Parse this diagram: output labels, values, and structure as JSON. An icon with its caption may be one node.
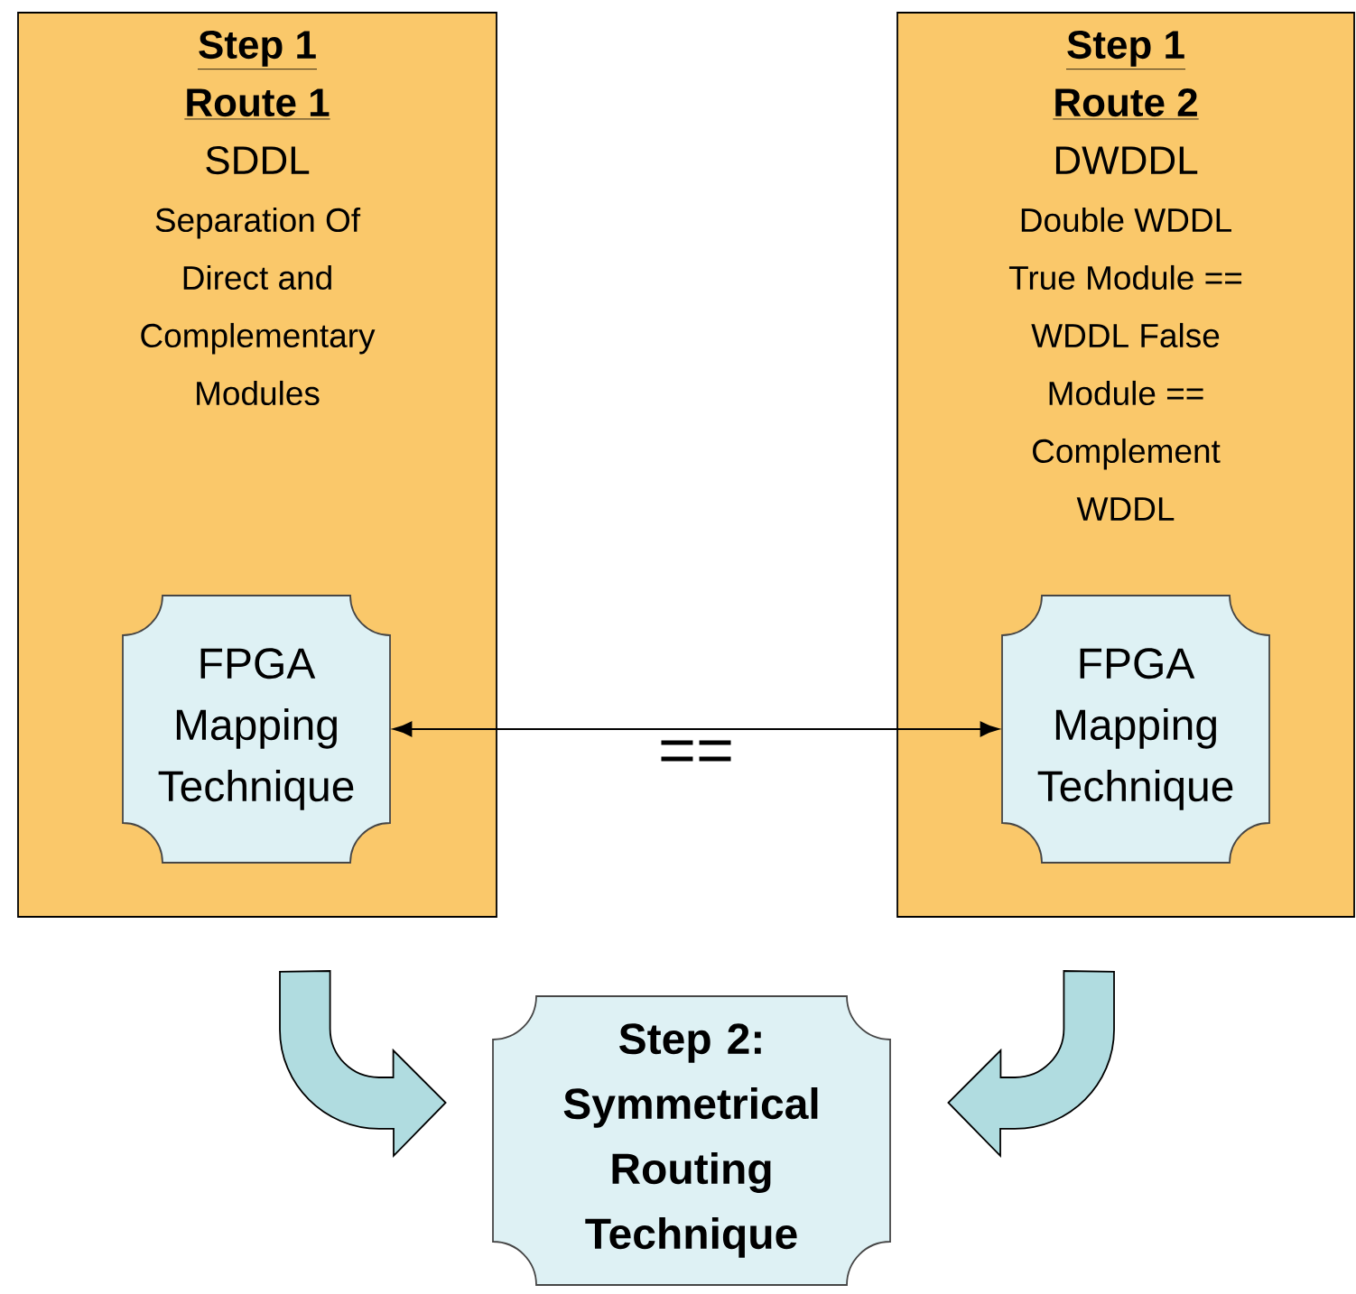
{
  "diagram": {
    "nodes": [
      {
        "text": [
          "Step 1",
          "Route 1",
          "SDDL",
          "Separation Of Direct and Complementary Modules"
        ]
      },
      {
        "text": [
          "FPGA Mapping Technique"
        ],
        "in": 0
      },
      {
        "text": [
          "Step 1",
          "Route 2",
          "DWDDL",
          "Double WDDL True Module == WDDL False Module == Complement WDDL"
        ]
      },
      {
        "text": [
          "FPGA Mapping Technique"
        ],
        "in": 2
      },
      {
        "text": [
          "Step 2: Symmetrical Routing Technique"
        ]
      }
    ],
    "edges": [
      {
        "from": 1,
        "to": 3,
        "arrow": "both",
        "label": "=="
      },
      {
        "from": 0,
        "to": 4,
        "arrow": "to",
        "style": "thick"
      },
      {
        "from": 2,
        "to": 4,
        "arrow": "to",
        "style": "thick"
      }
    ]
  }
}
